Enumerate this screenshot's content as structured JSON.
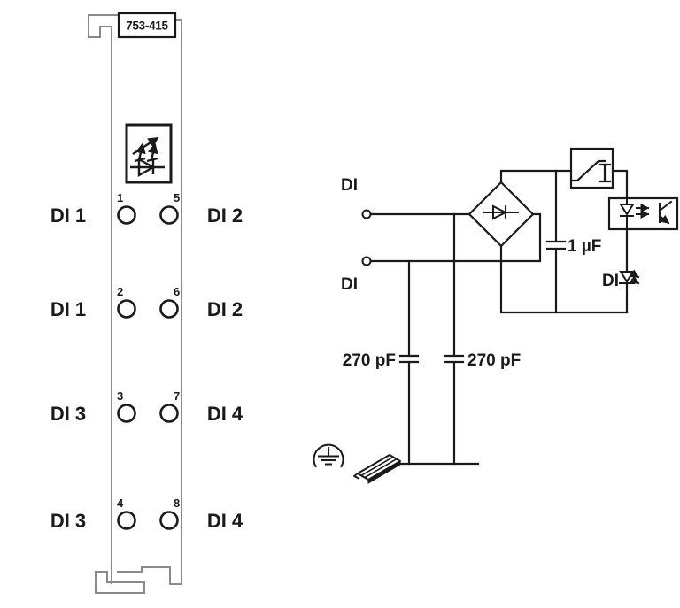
{
  "colors": {
    "background": "#ffffff",
    "module_outline": "#8a8a8a",
    "ink": "#1a1a1a"
  },
  "module": {
    "part_number": "753-415",
    "rows": [
      {
        "left_label": "DI 1",
        "left_pin": "1",
        "right_pin": "5",
        "right_label": "DI 2"
      },
      {
        "left_label": "DI 1",
        "left_pin": "2",
        "right_pin": "6",
        "right_label": "DI 2"
      },
      {
        "left_label": "DI 3",
        "left_pin": "3",
        "right_pin": "7",
        "right_label": "DI 4"
      },
      {
        "left_label": "DI 3",
        "left_pin": "4",
        "right_pin": "8",
        "right_label": "DI 4"
      }
    ],
    "icons": [
      "status-led-arrows-icon",
      "diode-icon",
      "din-rail-foot"
    ]
  },
  "circuit": {
    "input_top_label": "DI",
    "input_bottom_label": "DI",
    "cap_left_label": "270 pF",
    "cap_right_label": "270 pF",
    "smoothing_cap_label": "1 µF",
    "led_label": "DI",
    "icons": [
      "terminal-icon",
      "bridge-rectifier-icon",
      "capacitor-icon",
      "current-limiter-icon",
      "optocoupler-icon",
      "led-icon",
      "earth-ground-icon",
      "din-rail-icon"
    ]
  }
}
